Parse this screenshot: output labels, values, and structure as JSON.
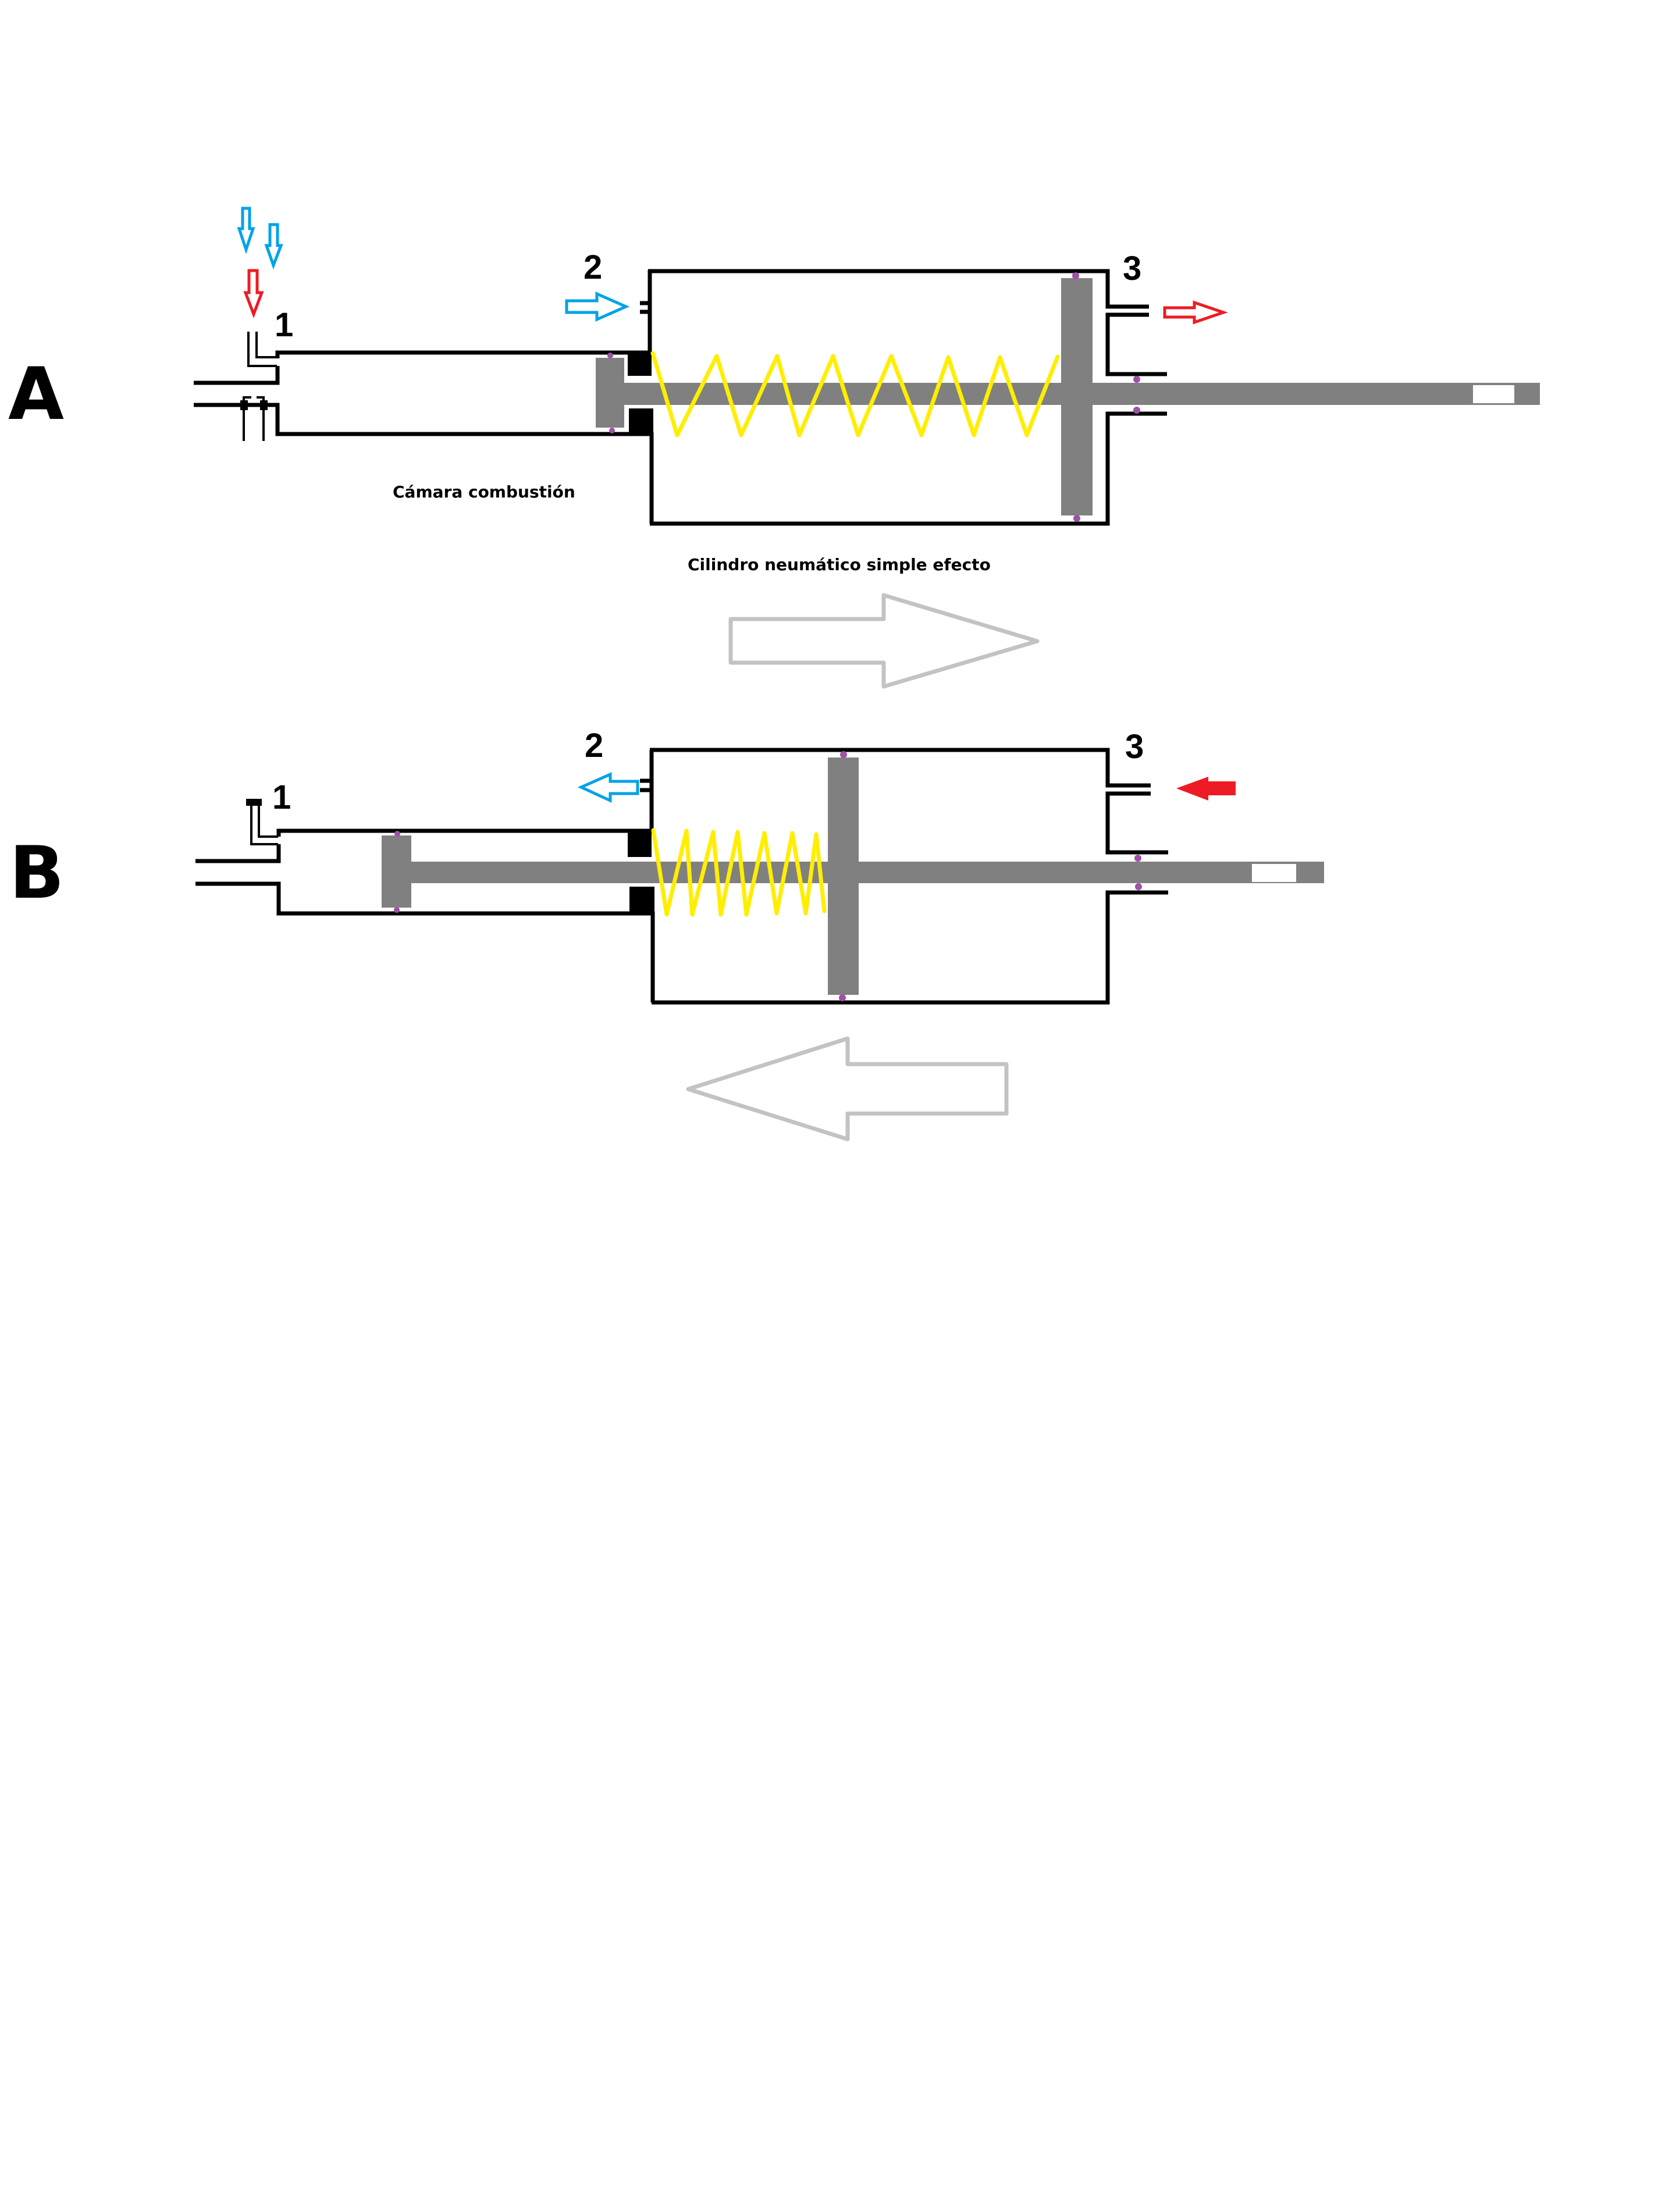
{
  "title": "Cilindro neumático de simple efecto accionado por cámara de combustión",
  "colors": {
    "air_in": "#00a2e8",
    "fuel_exhaust": "#ed1c24",
    "spring": "#ffee00",
    "metal": "#808080",
    "wall": "#000000",
    "seal_dot": "#a050a8",
    "motion_arrow": "#c3c3c3"
  },
  "diagram_a": {
    "letter": "A",
    "labels": {
      "chamber": "Cámara combustión",
      "cylinder": "Cilindro neumático simple efecto"
    },
    "ports": [
      {
        "id": "1",
        "label": "1",
        "flow": "in",
        "arrows": [
          "blue-down",
          "blue-down",
          "red-down"
        ]
      },
      {
        "id": "2",
        "label": "2",
        "flow": "in",
        "arrow": "blue-right-outline"
      },
      {
        "id": "3",
        "label": "3",
        "flow": "out",
        "arrow": "red-right-outline"
      }
    ],
    "spring_state": "extended",
    "motion": "right"
  },
  "diagram_b": {
    "letter": "B",
    "ports": [
      {
        "id": "1",
        "label": "1",
        "state": "closed"
      },
      {
        "id": "2",
        "label": "2",
        "flow": "out",
        "arrow": "blue-left-outline"
      },
      {
        "id": "3",
        "label": "3",
        "flow": "in",
        "arrow": "red-left-solid"
      }
    ],
    "spring_state": "compressed",
    "motion": "left"
  }
}
